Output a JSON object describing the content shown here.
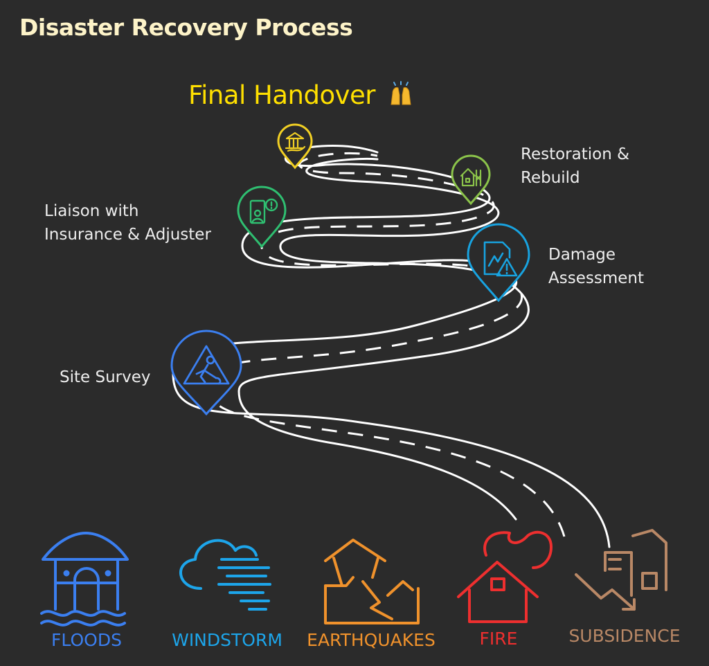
{
  "title": "Disaster Recovery Process",
  "final_step": {
    "label": "Final Handover",
    "icon": "raising-hands-icon",
    "color": "#ffe000"
  },
  "steps": [
    {
      "lines": [
        "Site Survey"
      ],
      "icon": "road-work-icon",
      "color": "#3b7ff0"
    },
    {
      "lines": [
        "Damage",
        "Assessment"
      ],
      "icon": "damage-report-icon",
      "color": "#18a3e0"
    },
    {
      "lines": [
        "Liaison with",
        "Insurance & Adjuster"
      ],
      "icon": "insurance-agent-icon",
      "color": "#2fbf71"
    },
    {
      "lines": [
        "Restoration &",
        "Rebuild"
      ],
      "icon": "house-rebuild-icon",
      "color": "#8bc34a"
    },
    {
      "lines": [],
      "icon": "bank-building-icon",
      "color": "#f2d024"
    }
  ],
  "hazards": [
    {
      "label": "FLOODS",
      "icon": "flooded-house-icon",
      "color": "#3b7ff0"
    },
    {
      "label": "WINDSTORM",
      "icon": "windstorm-cloud-icon",
      "color": "#1da5ea"
    },
    {
      "label": "EARTHQUAKES",
      "icon": "cracked-house-icon",
      "color": "#f0922c"
    },
    {
      "label": "FIRE",
      "icon": "burning-house-icon",
      "color": "#ee2f2f"
    },
    {
      "label": "SUBSIDENCE",
      "icon": "sinking-building-icon",
      "color": "#b98866"
    }
  ]
}
